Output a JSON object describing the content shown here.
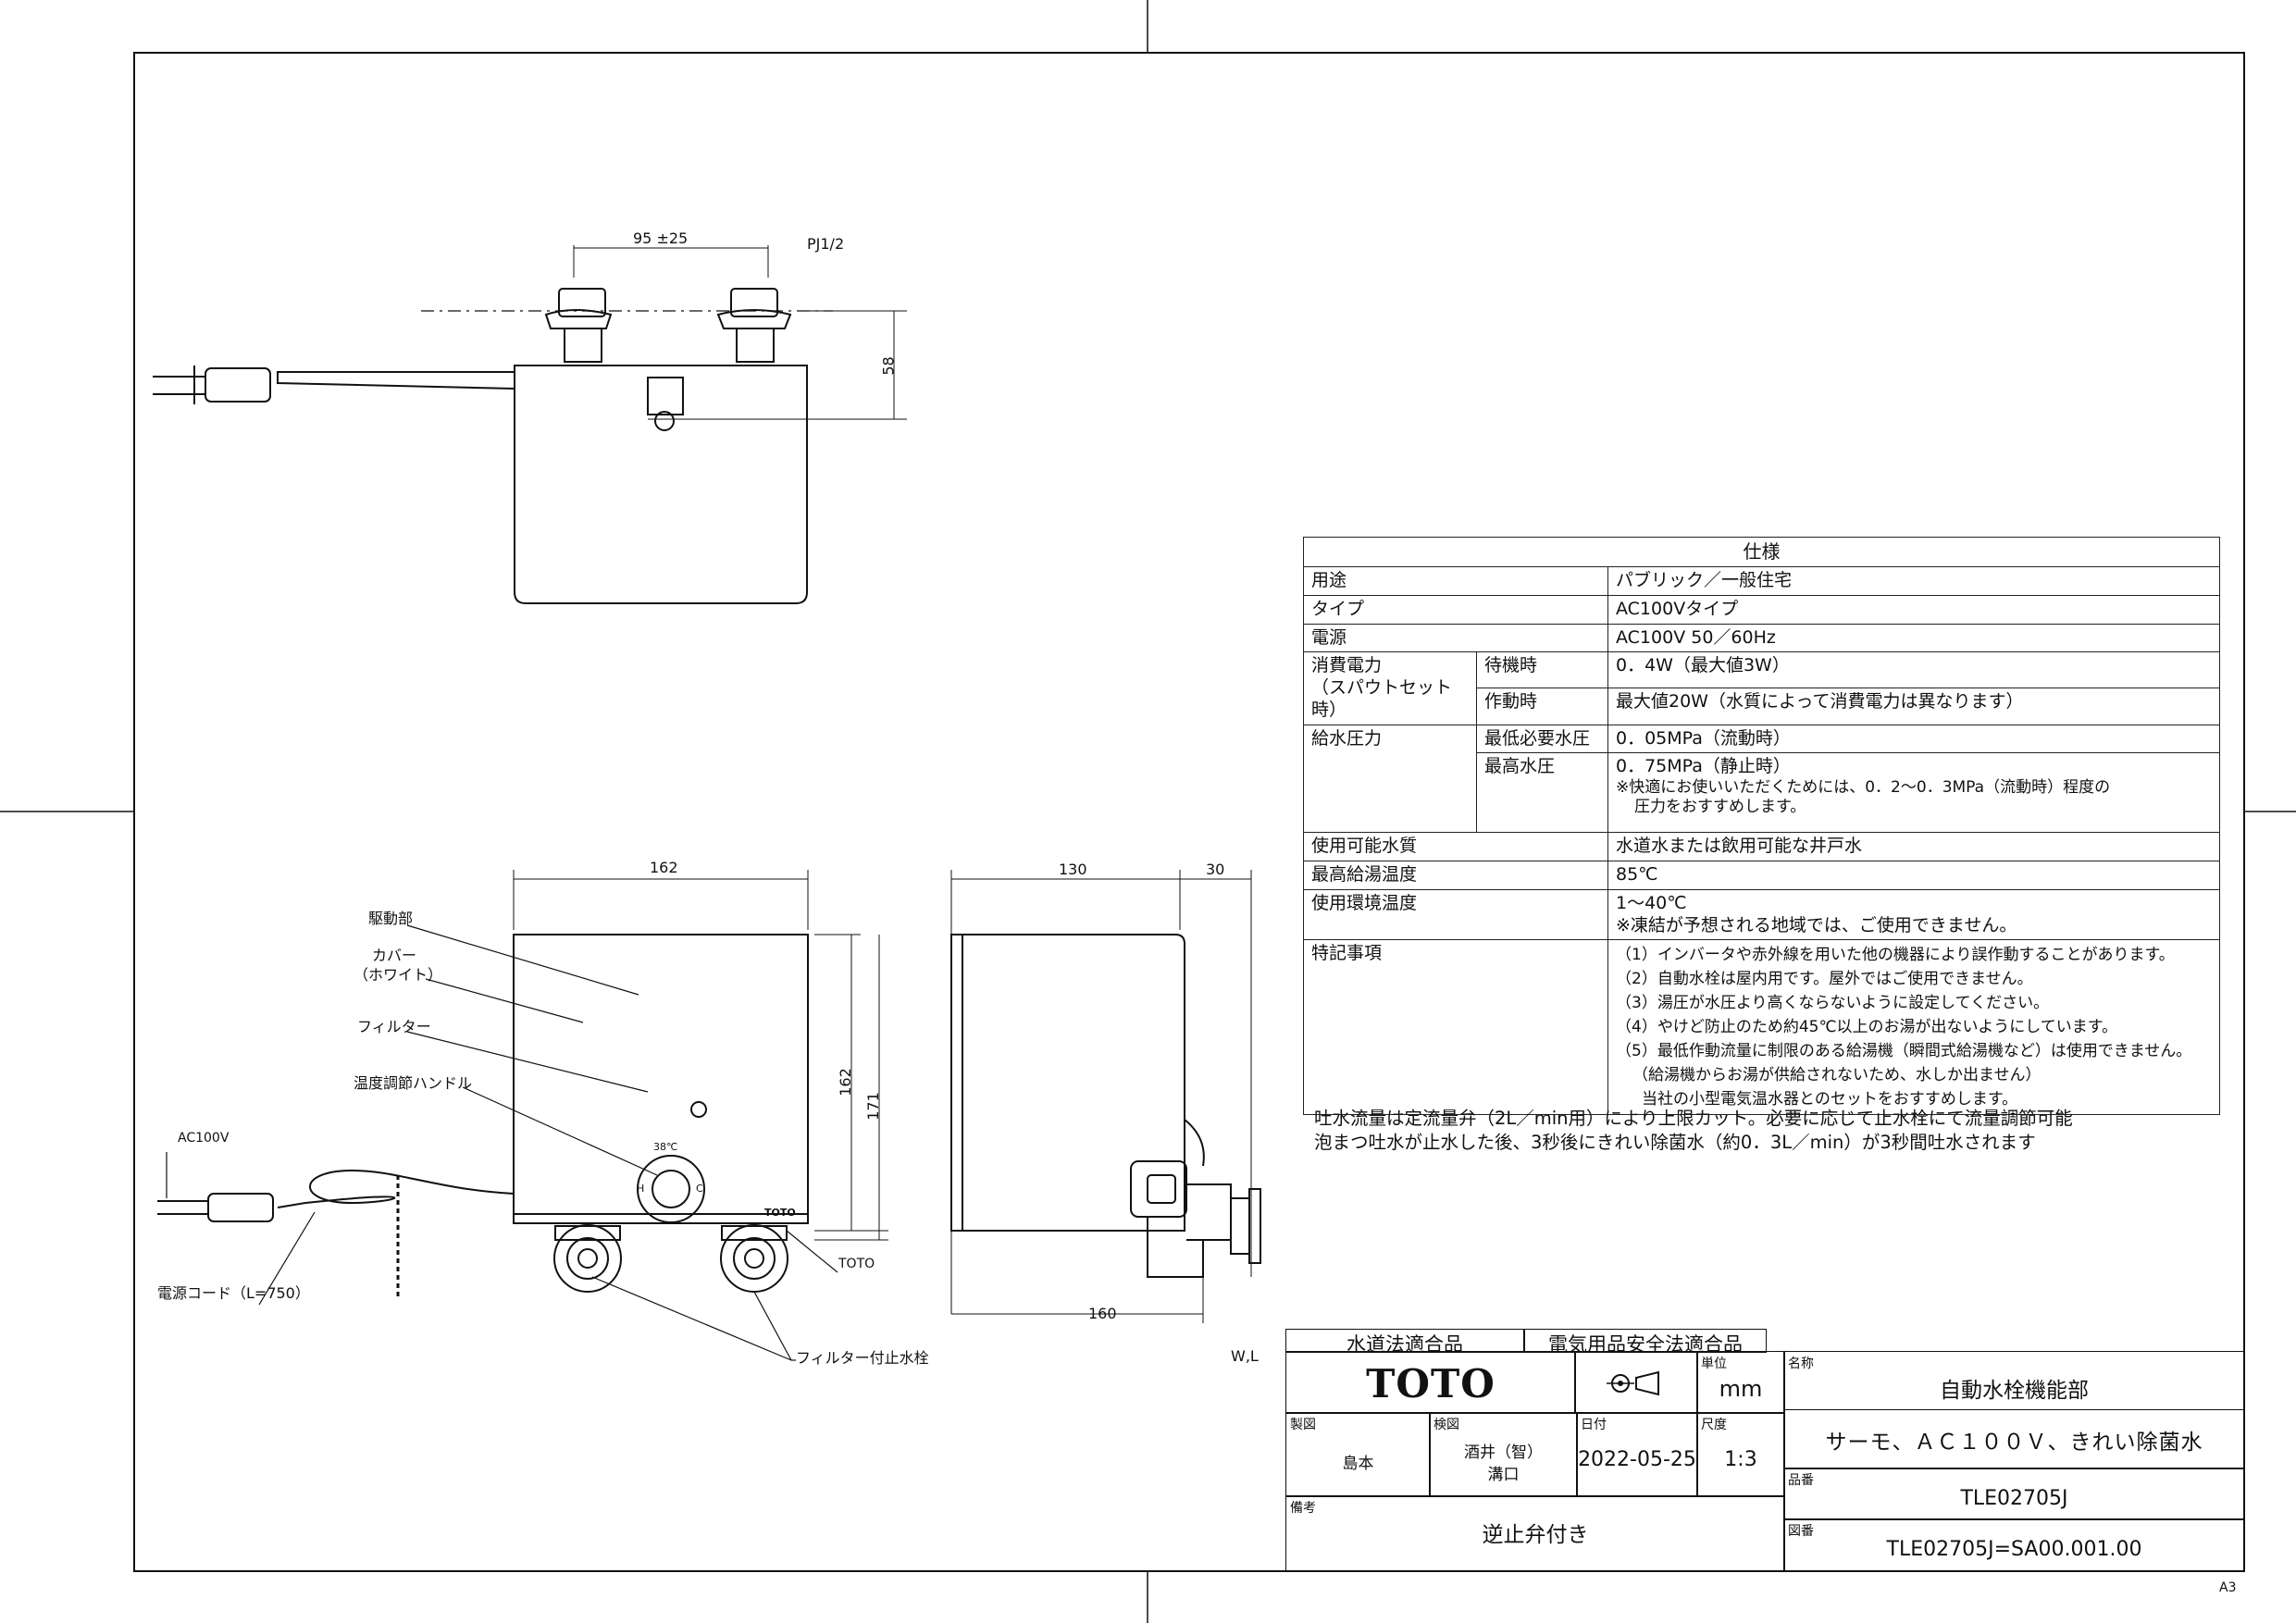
{
  "drawing": {
    "dim_pitch": "95 ±25",
    "dim_pj": "PJ1/2",
    "dim_58": "58",
    "dim_162_w": "162",
    "dim_162_h": "162",
    "dim_171": "171",
    "dim_130": "130",
    "dim_30": "30",
    "dim_160": "160",
    "lbl_drive": "駆動部",
    "lbl_cover1": "カバー",
    "lbl_cover2": "（ホワイト）",
    "lbl_filter": "フィルター",
    "lbl_handle": "温度調節ハンドル",
    "lbl_ac": "AC100V",
    "lbl_cord": "電源コード（L=750）",
    "lbl_toto": "TOTO",
    "lbl_stop": "フィルター付止水栓",
    "lbl_wl": "W,L",
    "lbl_temp": "38℃",
    "lbl_h": "H",
    "lbl_c": "C",
    "lbl_brand_small": "TOTO"
  },
  "spec": {
    "title": "仕様",
    "r1_k": "用途",
    "r1_v": "パブリック／一般住宅",
    "r2_k": "タイプ",
    "r2_v": "AC100Vタイプ",
    "r3_k": "電源",
    "r3_v": "AC100V 50／60Hz",
    "r4_k1": "消費電力",
    "r4_k2": "（スパウトセット時）",
    "r4_s1": "待機時",
    "r4_v1": "0．4W（最大値3W）",
    "r4_s2": "作動時",
    "r4_v2": "最大値20W（水質によって消費電力は異なります）",
    "r5_k": "給水圧力",
    "r5_s1": "最低必要水圧",
    "r5_v1": "0．05MPa（流動時）",
    "r5_s2": "最高水圧",
    "r5_v2": "0．75MPa（静止時）",
    "r5_n1": "※快適にお使いいただくためには、0．2～0．3MPa（流動時）程度の",
    "r5_n2": "圧力をおすすめします。",
    "r6_k": "使用可能水質",
    "r6_v": "水道水または飲用可能な井戸水",
    "r7_k": "最高給湯温度",
    "r7_v": "85℃",
    "r8_k": "使用環境温度",
    "r8_v1": "1～40℃",
    "r8_v2": "※凍結が予想される地域では、ご使用できません。",
    "r9_k": "特記事項",
    "r9_n1": "（1）インバータや赤外線を用いた他の機器により誤作動することがあります。",
    "r9_n2": "（2）自動水栓は屋内用です。屋外ではご使用できません。",
    "r9_n3": "（3）湯圧が水圧より高くならないように設定してください。",
    "r9_n4": "（4）やけど防止のため約45℃以上のお湯が出ないようにしています。",
    "r9_n5": "（5）最低作動流量に制限のある給湯機（瞬間式給湯機など）は使用できません。",
    "r9_n6": "（給湯機からお湯が供給されないため、水しか出ません）",
    "r9_n7": "当社の小型電気温水器とのセットをおすすめします。"
  },
  "notes": {
    "line1": "吐水流量は定流量弁（2L／min用）により上限カット。必要に応じて止水栓にて流量調節可能",
    "line2": "泡まつ吐水が止水した後、3秒後にきれい除菌水（約0．3L／min）が3秒間吐水されます"
  },
  "titleblock": {
    "cert1": "水道法適合品",
    "cert2": "電気用品安全法適合品",
    "logo": "TOTO",
    "unit_lbl": "単位",
    "unit": "mm",
    "name_lbl": "名称",
    "name1": "自動水栓機能部",
    "name2": "サーモ、ＡＣ１００Ｖ、きれい除菌水",
    "drawn_lbl": "製図",
    "drawn": "島本",
    "check_lbl": "検図",
    "check1": "酒井（智）",
    "check2": "溝口",
    "date_lbl": "日付",
    "date": "2022-05-25",
    "scale_lbl": "尺度",
    "scale": "1:3",
    "part_lbl": "品番",
    "part": "TLE02705J",
    "remark_lbl": "備考",
    "remark": "逆止弁付き",
    "dwg_lbl": "図番",
    "dwg": "TLE02705J=SA00.001.00"
  },
  "sheet_size": "A3"
}
